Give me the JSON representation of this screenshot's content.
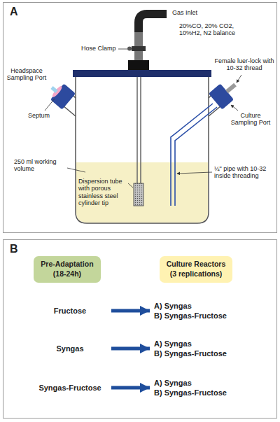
{
  "diagram": {
    "nodes": [
      {
        "text": [
          "A"
        ]
      },
      {
        "text": [
          "B"
        ]
      },
      {
        "text": [
          "Pre-Adaptation",
          "(18-24h)"
        ],
        "in": 1
      },
      {
        "text": [
          "Culture Reactors",
          "(3 replications)"
        ],
        "in": 1
      },
      {
        "text": [
          "Fructose"
        ],
        "in": 1
      },
      {
        "text": [
          "A) Syngas",
          "B) Syngas-Fructose"
        ],
        "in": 1
      },
      {
        "text": [
          "Syngas"
        ],
        "in": 1
      },
      {
        "text": [
          "A) Syngas",
          "B) Syngas-Fructose"
        ],
        "in": 1
      },
      {
        "text": [
          "Syngas-Fructose"
        ],
        "in": 1
      },
      {
        "text": [
          "A) Syngas",
          "B) Syngas-Fructose"
        ],
        "in": 1
      }
    ],
    "edges": [
      {
        "from": 4,
        "to": 5,
        "arrow": "to"
      },
      {
        "from": 6,
        "to": 7,
        "arrow": "to"
      },
      {
        "from": 8,
        "to": 9,
        "arrow": "to"
      }
    ],
    "labels": [
      "Gas Inlet",
      "20%CO, 20% CO2, 10%H2, N2 balance",
      "Hose Clamp",
      "Headspace Sampling Port",
      "Septum",
      "Female luer-lock with 10-32 thread",
      "Culture Sampling Port",
      "250 ml working volume",
      "Dispersion tube with porous stainless steel cylinder tip",
      "¼\" pipe with 10-32 inside threading"
    ]
  }
}
